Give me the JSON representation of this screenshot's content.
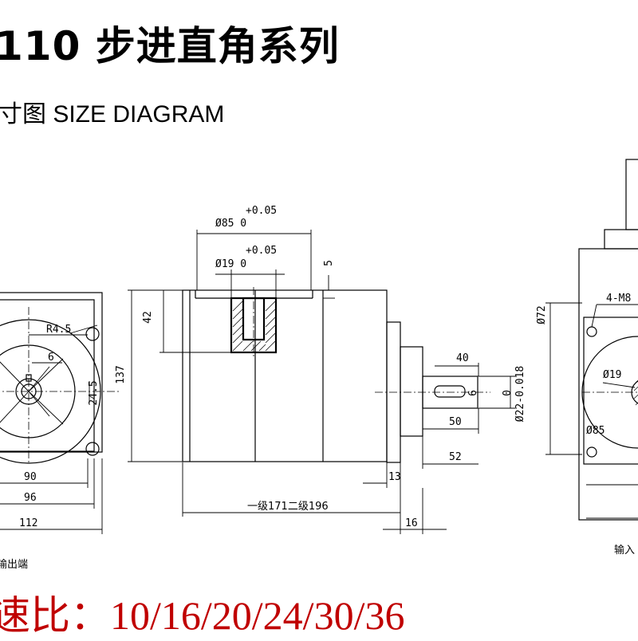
{
  "header": {
    "title": "110 步进直角系列",
    "subtitle": "寸图 SIZE DIAGRAM"
  },
  "footer": {
    "ratio": "速比：10/16/20/24/30/36"
  },
  "drawing": {
    "left_view": {
      "radius": "R4.5",
      "d6": "6",
      "d24_5": "24.5",
      "d90": "90",
      "d96": "96",
      "d112": "112",
      "port_label": "输出端"
    },
    "side_view": {
      "d85_tol": "+0.05",
      "d85": "Ø85  0",
      "d19_tol": "+0.05",
      "d19": "Ø19  0",
      "d5": "5",
      "d42": "42",
      "d137": "137",
      "d40": "40",
      "d50": "50",
      "d52": "52",
      "d6k": "6",
      "shaft_tol_0": "0",
      "shaft_tol": "Ø22-0.018",
      "d13": "13",
      "d16": "16",
      "length": "一级171二级196"
    },
    "right_view": {
      "d72": "Ø72",
      "holes": "4-M8",
      "d19": "Ø19",
      "d85": "Ø85",
      "port_label": "输入"
    }
  }
}
